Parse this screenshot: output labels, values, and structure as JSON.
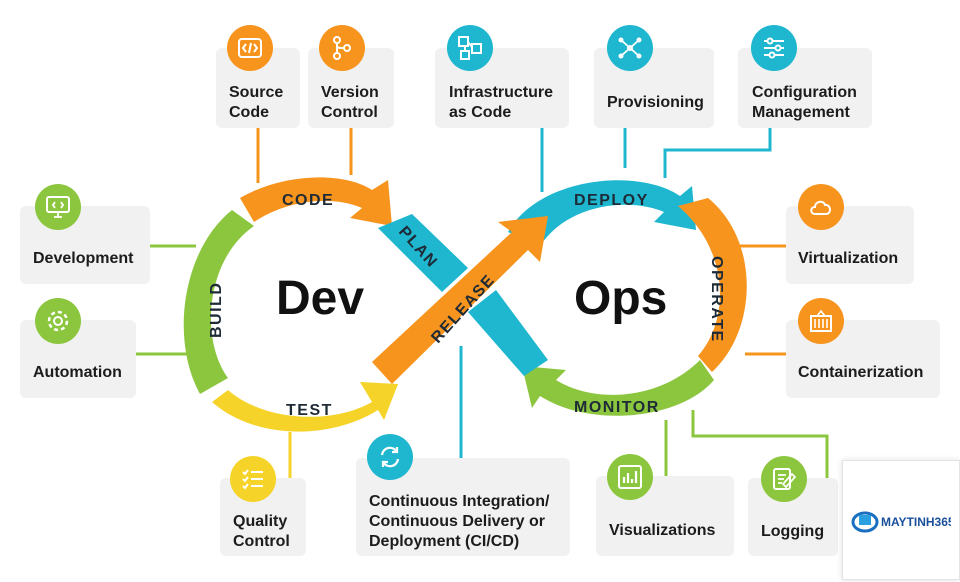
{
  "center": {
    "dev": "Dev",
    "ops": "Ops"
  },
  "stages": {
    "code": "CODE",
    "build": "BUILD",
    "test": "TEST",
    "plan": "PLAN",
    "release": "RELEASE",
    "deploy": "DEPLOY",
    "operate": "OPERATE",
    "monitor": "MONITOR"
  },
  "cards": {
    "source_code": "Source\nCode",
    "version_control": "Version\nControl",
    "infrastructure_as_code": "Infrastructure\nas Code",
    "provisioning": "Provisioning",
    "configuration_management": "Configuration\nManagement",
    "development": "Development",
    "automation": "Automation",
    "virtualization": "Virtualization",
    "containerization": "Containerization",
    "quality_control": "Quality\nControl",
    "ci_cd": "Continuous Integration/\nContinuous Delivery or\nDeployment (CI/CD)",
    "visualizations": "Visualizations",
    "logging": "Logging"
  },
  "watermark": {
    "brand": "MAYTINH365"
  },
  "colors": {
    "orange": "#f7941d",
    "teal": "#1fb7cf",
    "green": "#8cc63f",
    "yellow": "#f5d328",
    "card_bg": "#f1f1f1"
  },
  "icons": {
    "source_code": "code-brackets-icon",
    "version_control": "git-branch-icon",
    "infrastructure_as_code": "network-blocks-icon",
    "provisioning": "network-nodes-icon",
    "configuration_management": "sliders-icon",
    "development": "monitor-code-icon",
    "automation": "gear-icon",
    "virtualization": "cloud-icon",
    "containerization": "container-icon",
    "quality_control": "checklist-icon",
    "ci_cd": "refresh-cycle-icon",
    "visualizations": "bar-chart-icon",
    "logging": "log-edit-icon"
  }
}
